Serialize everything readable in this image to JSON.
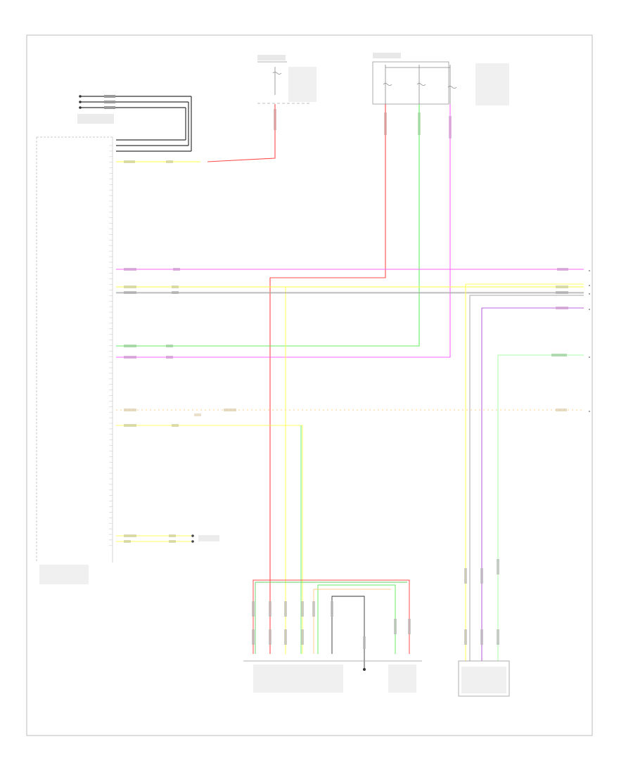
{
  "diagram": {
    "footer_left": "",
    "fuse_box_left": {
      "header": "",
      "fuse": "",
      "side_label": ""
    },
    "fuse_box_right": {
      "header": "",
      "fuses": [
        "",
        "",
        ""
      ],
      "side_label": ""
    },
    "tcm": {
      "label": ""
    },
    "tcm_pin_labels": [
      {
        "row": 1,
        "text": ""
      },
      {
        "row": 2,
        "text": ""
      },
      {
        "row": 3,
        "text": ""
      },
      {
        "row": 17,
        "text": ""
      },
      {
        "row": 18,
        "text": ""
      },
      {
        "row": 20,
        "text": ""
      },
      {
        "row": 21,
        "text": ""
      },
      {
        "row": 28,
        "text": ""
      },
      {
        "row": 29,
        "text": ""
      },
      {
        "row": 35,
        "text": ""
      },
      {
        "row": 38,
        "text": ""
      },
      {
        "row": 52,
        "text": ""
      },
      {
        "row": 53,
        "text": ""
      }
    ],
    "components": {
      "shift_solenoid_assembly": {
        "label": ""
      },
      "transmission_range_sensor": {
        "label": ""
      },
      "output_speed_sensor": {
        "label": ""
      }
    },
    "colors": {
      "red": "#ff4d4d",
      "yellow": "#ffff66",
      "green": "#66ee66",
      "violet": "#ff66ff",
      "purple": "#bb66dd",
      "gray": "#aaaaaa",
      "black": "#333333",
      "frame": "#bbbbbb",
      "orange": "#ffcc88"
    }
  }
}
